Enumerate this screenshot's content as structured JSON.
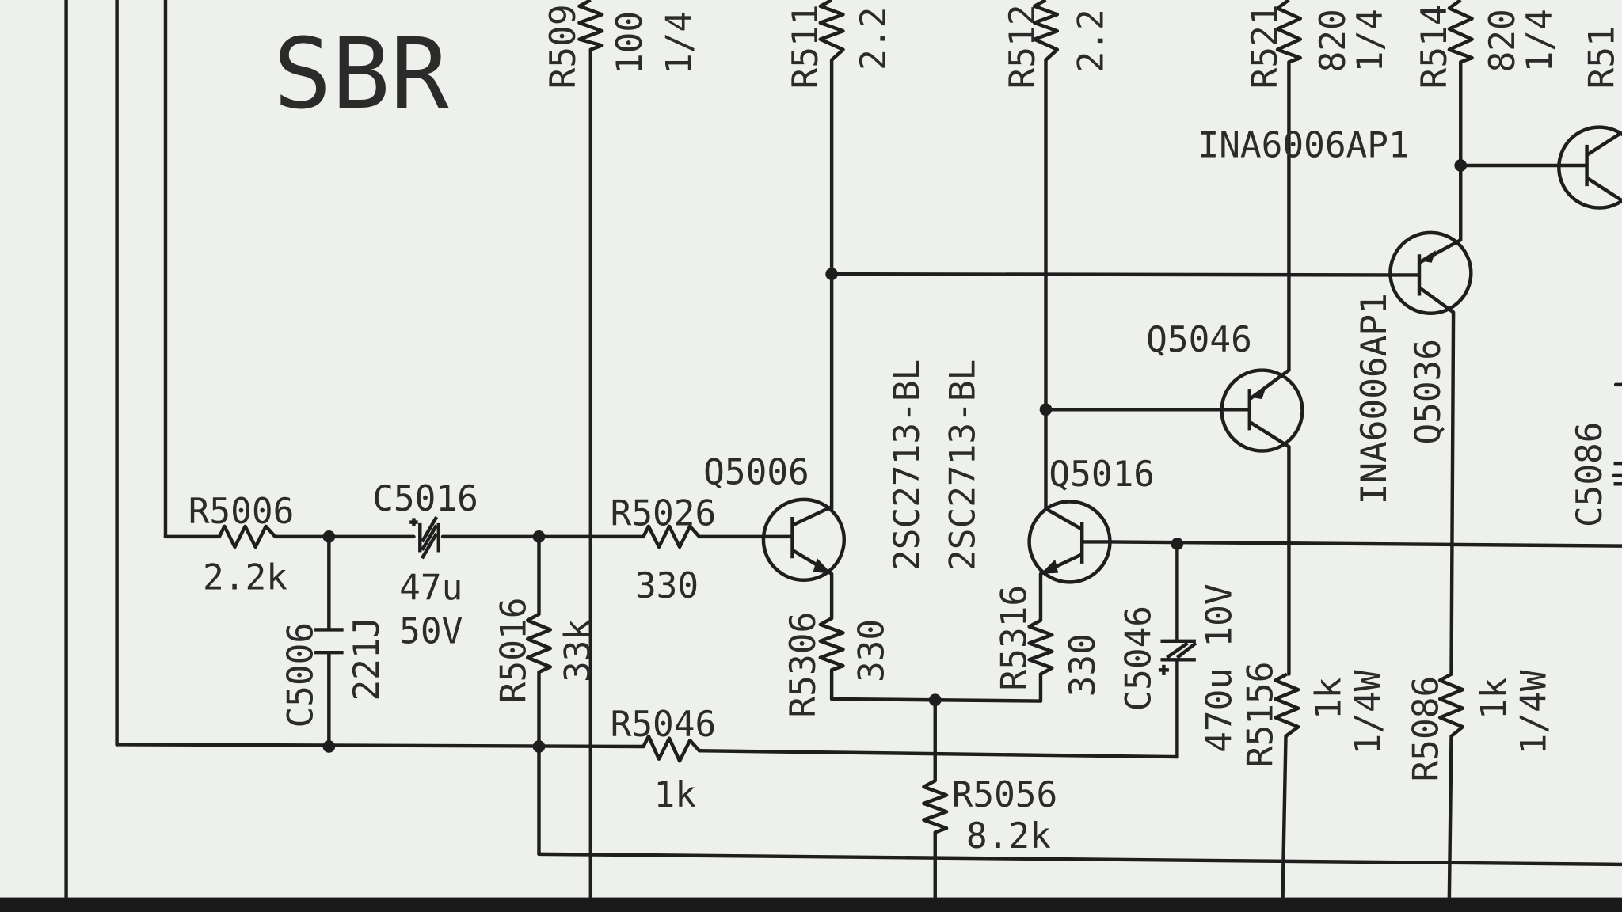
{
  "title": "SBR",
  "colors": {
    "paper": "#eef0ec",
    "ink": "#1e1e1e",
    "text": "#2b2b2b",
    "bezel": "#1a1a1a"
  },
  "resistors": {
    "r5006": {
      "ref": "R5006",
      "value": "2.2k"
    },
    "r5026": {
      "ref": "R5026",
      "value": "330"
    },
    "r5016": {
      "ref": "R5016",
      "value": "33k"
    },
    "r5046": {
      "ref": "R5046",
      "value": "1k"
    },
    "r5306": {
      "ref": "R5306",
      "value": "330"
    },
    "r5316": {
      "ref": "R5316",
      "value": "330"
    },
    "r5056": {
      "ref": "R5056",
      "value": "8.2k"
    },
    "r5156": {
      "ref": "R5156",
      "value": "1k",
      "rating": "1/4W"
    },
    "r5086": {
      "ref": "R5086",
      "value": "1k",
      "rating": "1/4W"
    },
    "r509": {
      "ref": "R509",
      "value": "100",
      "rating": "1/4"
    },
    "r511": {
      "ref": "R511",
      "value": "2.2"
    },
    "r512": {
      "ref": "R512",
      "value": "2.2"
    },
    "r521": {
      "ref": "R521",
      "value": "820",
      "rating": "1/4"
    },
    "r514": {
      "ref": "R514",
      "value": "820",
      "rating": "1/4"
    },
    "r51x": {
      "ref": "R51"
    }
  },
  "capacitors": {
    "c5006": {
      "ref": "C5006",
      "value": "221J"
    },
    "c5016": {
      "ref": "C5016",
      "value": "47u",
      "voltage": "50V"
    },
    "c5046": {
      "ref": "C5046",
      "value": "470u",
      "voltage": "10V"
    },
    "c5086": {
      "ref": "C5086"
    }
  },
  "transistors": {
    "q5006": {
      "ref": "Q5006",
      "part": "2SC2713-BL"
    },
    "q5016": {
      "ref": "Q5016",
      "part": "2SC2713-BL"
    },
    "q5046": {
      "ref": "Q5046"
    },
    "q5036": {
      "ref": "Q5036",
      "part": "INA6006AP1"
    },
    "q_top": {
      "part": "INA6006AP1"
    }
  }
}
